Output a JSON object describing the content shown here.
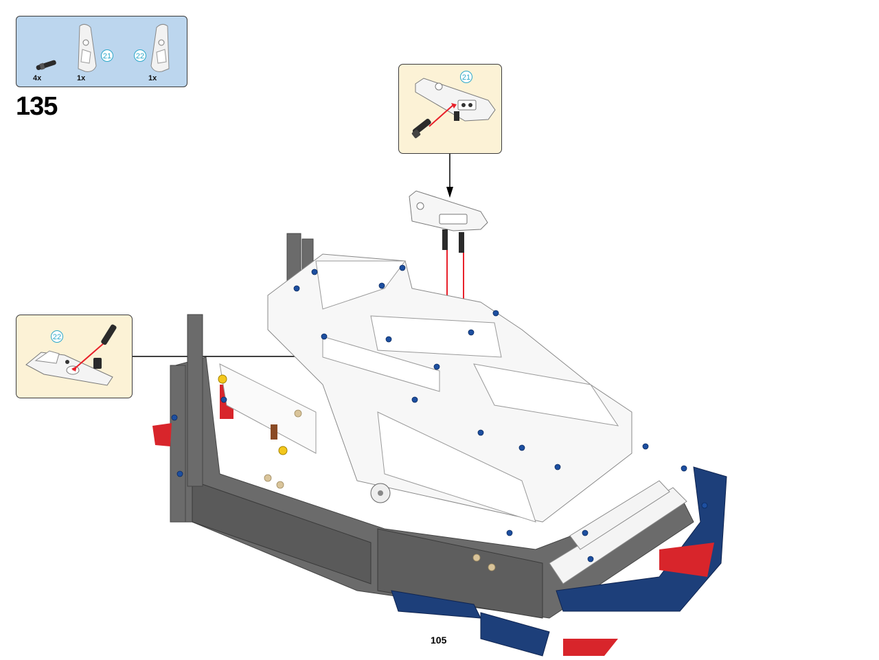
{
  "parts_list": {
    "items": [
      {
        "quantity": "4x",
        "icon": "pin-with-axle-icon"
      },
      {
        "quantity": "1x",
        "callout": "21",
        "icon": "panel-right-icon"
      },
      {
        "quantity": "1x",
        "callout": "22",
        "icon": "panel-left-icon"
      }
    ]
  },
  "step": {
    "number": "135"
  },
  "sub_steps": [
    {
      "callout": "21"
    },
    {
      "callout": "22"
    }
  ],
  "page": {
    "number": "105"
  },
  "colors": {
    "parts_box_bg": "#bcd6ee",
    "sub_step_bg": "#fcf2d6",
    "callout_ring": "#2aa7c9",
    "insertion_line": "#e8202a",
    "model_gray": "#6b6b6b",
    "model_blue": "#1d3f7a",
    "model_red": "#d8252b"
  }
}
